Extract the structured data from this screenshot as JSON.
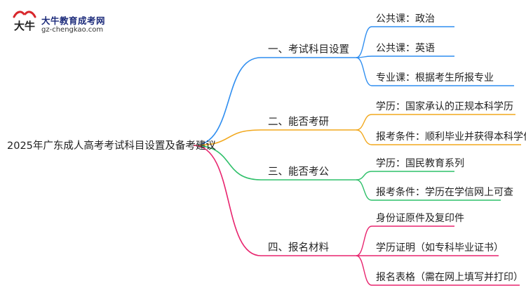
{
  "logo": {
    "mark_text": "大牛",
    "title": "大牛教育成考网",
    "url": "gz-chengkao.com"
  },
  "mindmap": {
    "root": "2025年广东成人高考考试科目设置及备考建议",
    "branches": [
      {
        "label": "一、考试科目设置",
        "color": "#2f8ef0",
        "leaves": [
          "公共课：政治",
          "公共课：英语",
          "专业课：根据考生所报专业"
        ]
      },
      {
        "label": "二、能否考研",
        "color": "#f2a81d",
        "leaves": [
          "学历：国家承认的正规本科学历",
          "报考条件：顺利毕业并获得本科学位"
        ]
      },
      {
        "label": "三、能否考公",
        "color": "#2fc06a",
        "leaves": [
          "学历：国民教育系列",
          "报考条件：学历在学信网上可查"
        ]
      },
      {
        "label": "四、报名材料",
        "color": "#e8246e",
        "leaves": [
          "身份证原件及复印件",
          "学历证明（如专科毕业证书）",
          "报名表格（需在网上填写并打印）"
        ]
      }
    ]
  }
}
